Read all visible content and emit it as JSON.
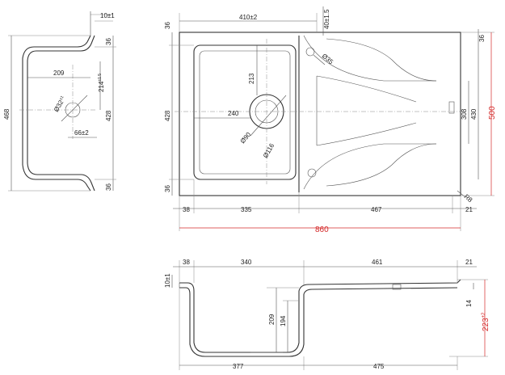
{
  "colors": {
    "line": "#333333",
    "dimension": "#555555",
    "overall_dimension": "#d42a2a",
    "background": "#ffffff"
  },
  "side_view": {
    "rim_thickness": "10±1",
    "overall_depth": "468",
    "top_margin": "36",
    "bottom_margin": "36",
    "bowl_depth": "428",
    "bowl_half_width": "209",
    "drain_offset": "214",
    "drain_offset_tol": "±1.5",
    "drain_diameter": "Ø32",
    "drain_diameter_tol": "±1",
    "drain_spacing": "66±2"
  },
  "plan_view": {
    "bowl_width": "410±2",
    "tap_hole_offset": "40±1.5",
    "tap_hole_diameter": "Ø35",
    "top_margin": "36",
    "bottom_margin": "36",
    "bowl_depth": "428",
    "drain_from_top": "213",
    "drain_from_side": "240",
    "drain_diameter_inner": "Ø90",
    "drain_diameter_outer": "Ø116",
    "drainer_depth_inner": "308",
    "drainer_depth_outer": "430",
    "right_margin": "36",
    "corner_radius": "R8",
    "left_margin": "38",
    "bowl_span": "335",
    "drainer_span": "467",
    "right_end": "21",
    "overall_width": "860",
    "overall_depth": "500"
  },
  "section_view": {
    "rim_thickness": "10±1",
    "left_margin": "38",
    "bowl_width": "340",
    "drainer_width": "461",
    "right_end": "21",
    "bowl_depth": "209",
    "bowl_inner_depth": "194",
    "drainer_step": "14",
    "overall_height": "223",
    "overall_height_tol": "±2",
    "bowl_base": "377",
    "drainer_base": "475"
  }
}
